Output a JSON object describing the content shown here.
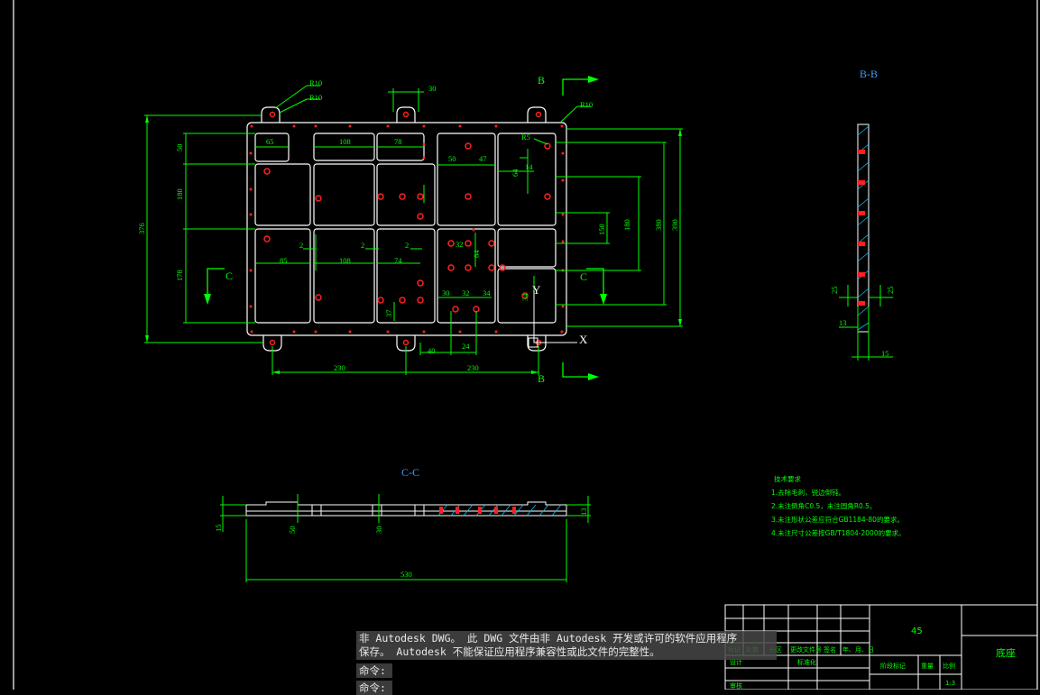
{
  "app": {
    "background": "#000000",
    "line_color": "#ffffff",
    "dim_color": "#00ff00",
    "hole_color": "#ff2020",
    "label_color": "#3aa0ff"
  },
  "views": {
    "main": {
      "section_marks": {
        "top": "B",
        "bottom": "B",
        "left": "C",
        "right": "C",
        "axis_x": "X",
        "axis_y": "Y"
      },
      "radius_labels": [
        "R10",
        "R10",
        "R10"
      ],
      "top_dims": [
        "30"
      ],
      "inner_dims": [
        "65",
        "108",
        "78",
        "50",
        "47",
        "R5",
        "14",
        "64",
        "2",
        "2",
        "2",
        "85",
        "108",
        "74",
        "30",
        "32",
        "34",
        "32",
        "64",
        "34",
        "37",
        "150",
        "40",
        "24",
        "34"
      ],
      "left_dims": [
        "50",
        "180",
        "376",
        "178"
      ],
      "right_dims": [
        "180",
        "380",
        "390"
      ],
      "bottom_dims": [
        "230",
        "230"
      ]
    },
    "section_bb": {
      "title": "B-B",
      "dims": [
        "25",
        "25",
        "13",
        "15"
      ]
    },
    "section_cc": {
      "title": "C-C",
      "dims": [
        "15",
        "50",
        "30",
        "13",
        "530"
      ]
    }
  },
  "tech_req": {
    "title": "技术要求",
    "items": [
      "1.去除毛刺，锐边倒钝。",
      "2.未注倒角C0.5，未注圆角R0.5。",
      "3.未注形状公差应符合GB1184-80的要求。",
      "4.未注尺寸公差按GB/T1804-2000的要求。"
    ]
  },
  "title_block": {
    "material": "45",
    "part_name": "底座",
    "row_labels": [
      "标记",
      "处数",
      "分区",
      "更改文件号",
      "签名",
      "年、月、日"
    ],
    "design": "设计",
    "standard": "标准化",
    "stage": "阶段标记",
    "weight": "重量",
    "scale_label": "比例",
    "scale": "1:3",
    "review": "审核"
  },
  "command_line": {
    "message_line1": "非 Autodesk DWG。  此 DWG 文件由非 Autodesk 开发或许可的软件应用程序",
    "message_line2": "保存。  Autodesk 不能保证应用程序兼容性或此文件的完整性。",
    "prompt1": "命令:",
    "prompt2": "命令:"
  }
}
